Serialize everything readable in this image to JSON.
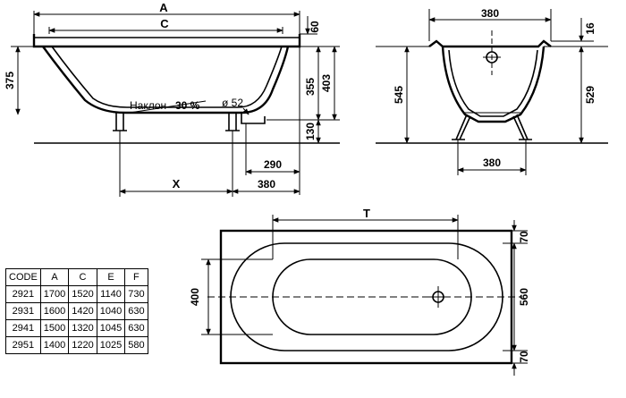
{
  "side_view": {
    "dim_A": "A",
    "dim_C": "C",
    "dim_60": "60",
    "dim_375": "375",
    "dim_355": "355",
    "dim_403": "403",
    "dim_130": "130",
    "dim_290": "290",
    "dim_380": "380",
    "dim_X": "X",
    "slope_label": "Наклон",
    "slope_value": "30 %",
    "drain_label": "ø 52"
  },
  "end_view": {
    "dim_top_380": "380",
    "dim_16": "16",
    "dim_545": "545",
    "dim_529": "529",
    "dim_bottom_380": "380"
  },
  "plan_view": {
    "dim_T": "T",
    "dim_70_top": "70",
    "dim_560": "560",
    "dim_70_bottom": "70",
    "dim_400": "400"
  },
  "spec_table": {
    "headers": [
      "CODE",
      "A",
      "C",
      "E",
      "F"
    ],
    "rows": [
      [
        "2921",
        "1700",
        "1520",
        "1140",
        "730"
      ],
      [
        "2931",
        "1600",
        "1420",
        "1040",
        "630"
      ],
      [
        "2941",
        "1500",
        "1320",
        "1045",
        "630"
      ],
      [
        "2951",
        "1400",
        "1220",
        "1025",
        "580"
      ]
    ]
  }
}
